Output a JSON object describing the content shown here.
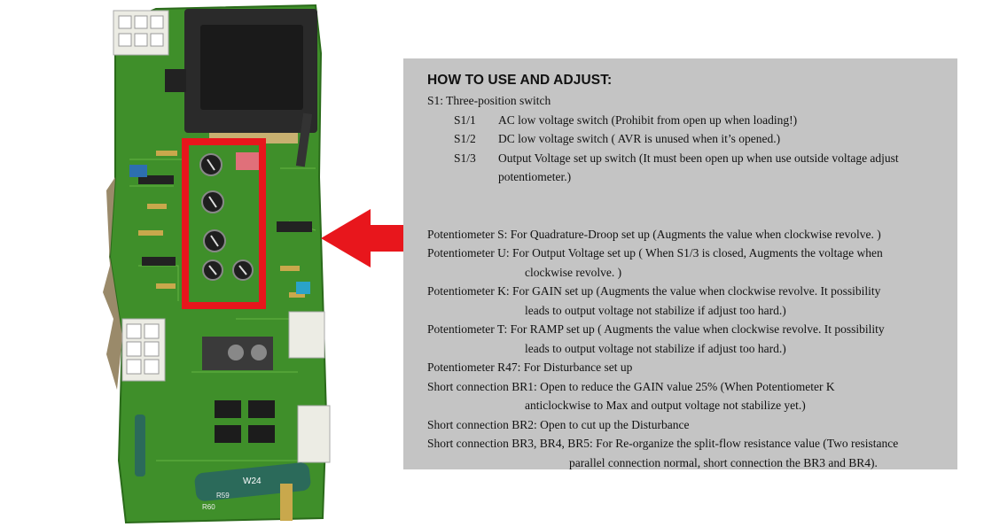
{
  "instructions": {
    "title": "HOW TO USE AND ADJUST:",
    "s1_heading": "S1: Three-position switch",
    "switch_items": [
      {
        "key": "S1/1",
        "text": "AC low voltage switch (Prohibit from open up when loading!)"
      },
      {
        "key": "S1/2",
        "text": "DC low voltage switch ( AVR is unused when it’s opened.)"
      },
      {
        "key": "S1/3",
        "text": "Output Voltage set up switch (It must been open up when use outside voltage adjust",
        "cont": "potentiometer.)"
      }
    ],
    "items": [
      {
        "key": "Potentiometer S: ",
        "text": "For Quadrature-Droop set up (Augments the value when clockwise revolve. )"
      },
      {
        "key": "Potentiometer U: ",
        "text": "For Output Voltage set up ( When S1/3 is closed, Augments the voltage when",
        "cont": "clockwise revolve. )"
      },
      {
        "key": "Potentiometer K: ",
        "text": "For GAIN set up (Augments the value when clockwise revolve. It possibility",
        "cont": "leads to output voltage not stabilize if adjust too hard.)"
      },
      {
        "key": "Potentiometer T: ",
        "text": "For RAMP set up ( Augments the value when clockwise revolve. It possibility",
        "cont": "leads to output voltage not stabilize if adjust too hard.)"
      },
      {
        "key": "Potentiometer R47: ",
        "text": "For Disturbance set up"
      },
      {
        "key": "Short connection BR1: ",
        "text": "Open to reduce the GAIN value 25% (When Potentiometer K",
        "cont": "anticlockwise to Max and output voltage not stabilize yet.)"
      },
      {
        "key": "Short connection BR2: ",
        "text": "Open to cut up the Disturbance"
      },
      {
        "key": "Short connection BR3, BR4, BR5: ",
        "text": "For Re-organize the split-flow resistance value (Two resistance",
        "cont": "parallel connection normal, short connection the BR3 and BR4)."
      }
    ]
  },
  "board": {
    "labels": {
      "w24": "W24",
      "r59": "R59",
      "r60": "R60"
    }
  },
  "colors": {
    "pcb": "#3f8f2a",
    "highlight": "#e8161c",
    "sheet": "#c4c4c4"
  }
}
